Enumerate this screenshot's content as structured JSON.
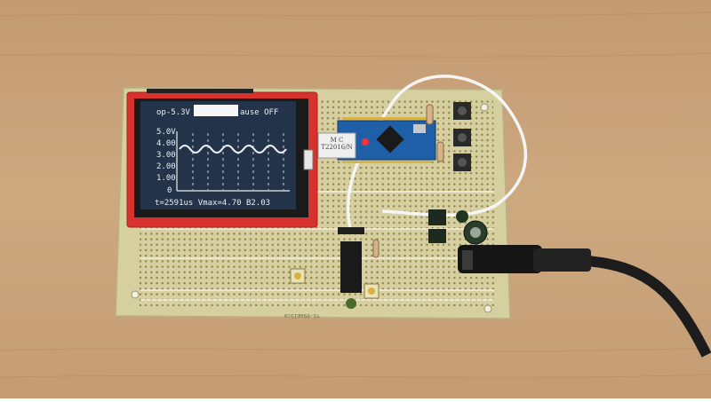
{
  "photo": {
    "colors": {
      "wood": "#c9a27a",
      "board": "#d7d1a3",
      "lcd_frame": "#d8322e",
      "screen_bg": "#23344a",
      "trace": "#e9eef2",
      "cable": "#1c1c1c"
    }
  },
  "lcd": {
    "status_left": "op-5.3V",
    "status_right": "ause OFF",
    "y_ticks": [
      "5.0V",
      "4.00",
      "3.00",
      "2.00",
      "1.00",
      "0"
    ],
    "footer": "t=2591us  Vmax=4.70 B2.03"
  },
  "board": {
    "silkscreen": "YS-09am15cm",
    "module_label": "M C\nT22016/N"
  }
}
